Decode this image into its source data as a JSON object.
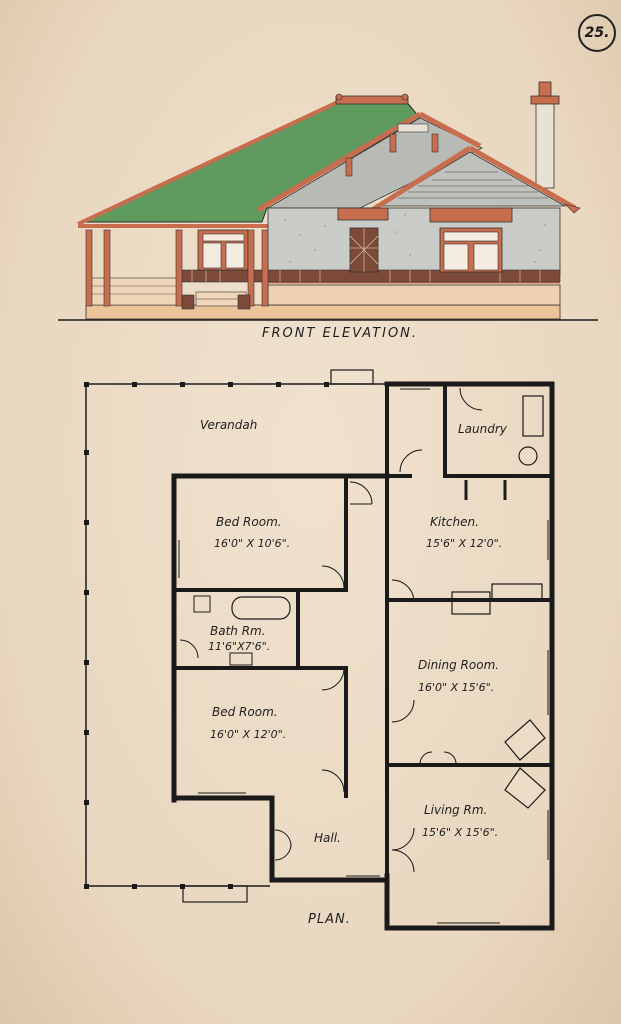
{
  "page_number": "25.",
  "elevation": {
    "caption": "FRONT ELEVATION."
  },
  "plan": {
    "caption": "PLAN.",
    "rooms": [
      {
        "name": "Verandah",
        "dimensions": ""
      },
      {
        "name": "Laundry",
        "dimensions": ""
      },
      {
        "name": "Bed Room.",
        "dimensions": "16'0\" X 10'6\"."
      },
      {
        "name": "Kitchen.",
        "dimensions": "15'6\" X 12'0\"."
      },
      {
        "name": "Bath Rm.",
        "dimensions": "11'6\"X7'6\"."
      },
      {
        "name": "Dining Room.",
        "dimensions": "16'0\" X 15'6\"."
      },
      {
        "name": "Bed Room.",
        "dimensions": "16'0\" X 12'0\"."
      },
      {
        "name": "Living Rm.",
        "dimensions": "15'6\" X 15'6\"."
      },
      {
        "name": "Hall.",
        "dimensions": ""
      }
    ]
  },
  "colors": {
    "paper": "#ecdcc6",
    "roof_green": "#5f9a5e",
    "terracotta": "#c86e4e",
    "render_grey": "#c9cbc6",
    "ink": "#1a1a1a"
  }
}
